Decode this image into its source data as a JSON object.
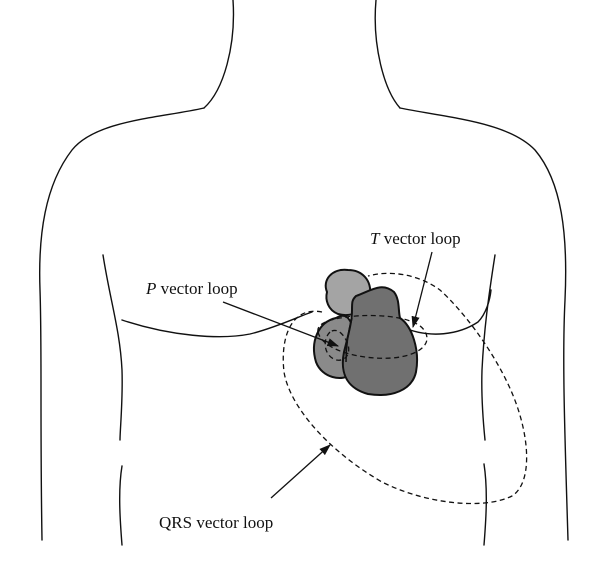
{
  "labels": {
    "t_loop": {
      "letter": "T",
      "text": " vector loop"
    },
    "p_loop": {
      "letter": "P",
      "text": " vector loop"
    },
    "qrs_loop": {
      "text": "QRS vector loop"
    }
  },
  "colors": {
    "outline": "#111111",
    "heart_atrium": "#a4a4a4",
    "heart_ventricle_left": "#8a8a8a",
    "heart_ventricle_right": "#707070"
  }
}
